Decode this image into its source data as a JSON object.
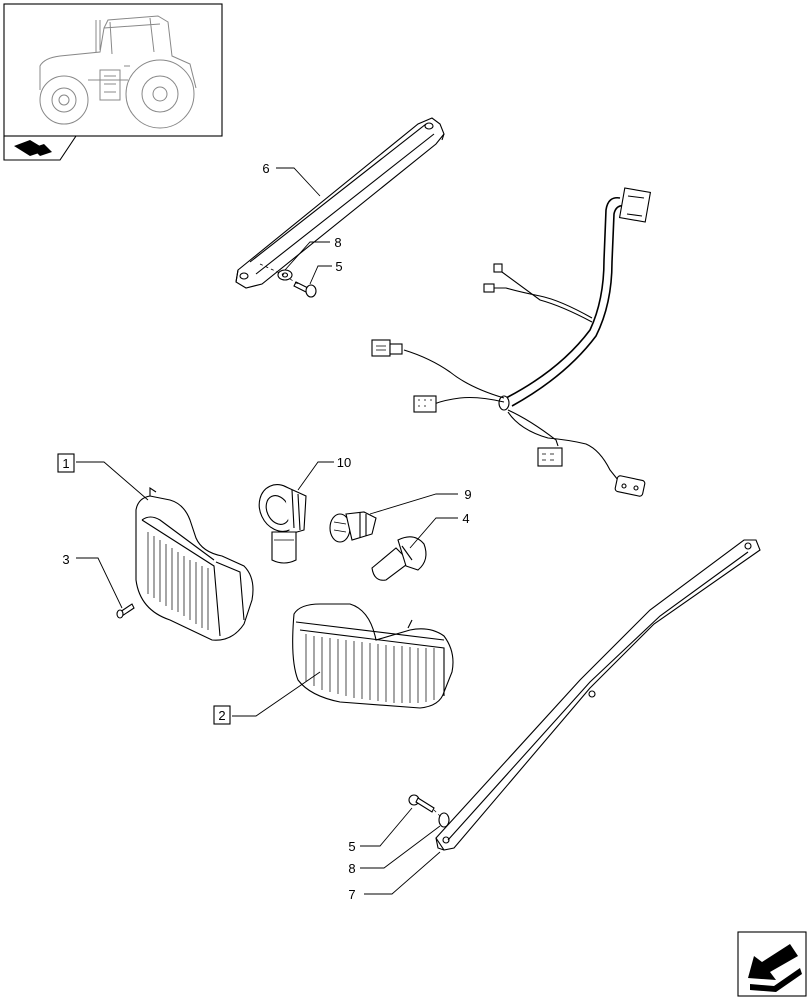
{
  "callouts": [
    {
      "id": "1",
      "boxed": true
    },
    {
      "id": "2",
      "boxed": true
    },
    {
      "id": "3",
      "boxed": false
    },
    {
      "id": "4",
      "boxed": false
    },
    {
      "id": "5",
      "boxed": false
    },
    {
      "id": "6",
      "boxed": false
    },
    {
      "id": "7",
      "boxed": false
    },
    {
      "id": "8",
      "boxed": false
    },
    {
      "id": "9",
      "boxed": false
    },
    {
      "id": "10",
      "boxed": false
    }
  ],
  "labels": {
    "c1": "1",
    "c2": "2",
    "c3": "3",
    "c4": "4",
    "c5a": "5",
    "c5b": "5",
    "c6": "6",
    "c7": "7",
    "c8a": "8",
    "c8b": "8",
    "c9": "9",
    "c10": "10"
  },
  "icons": {
    "thumbnail": "tractor-thumbnail-icon",
    "section": "section-tab-icon",
    "navigation": "next-page-arrow-icon"
  },
  "colors": {
    "line": "#000000",
    "background": "#ffffff",
    "thumbnail_line": "#888888"
  }
}
